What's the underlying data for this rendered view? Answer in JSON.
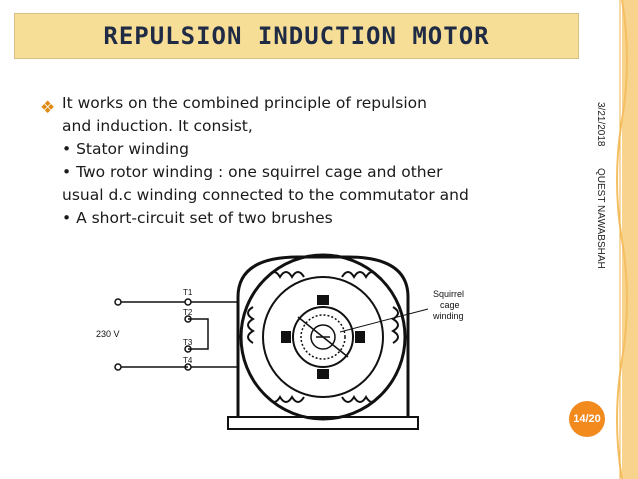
{
  "slide": {
    "title": "REPULSION INDUCTION MOTOR",
    "body_lines": [
      "It works on the combined principle of repulsion",
      "and induction. It consist,",
      "• Stator winding",
      "• Two rotor winding : one squirrel cage and other",
      "usual d.c winding connected to the commutator and",
      "• A short-circuit set of two brushes"
    ],
    "date": "3/21/2018",
    "institution": "QUEST NAWABSHAH",
    "page_number": "14/20"
  },
  "diagram": {
    "terminals": [
      "T1",
      "T2",
      "T3",
      "T4"
    ],
    "voltage_label": "230 V",
    "callout_label_lines": [
      "Squirrel",
      "cage",
      "winding"
    ]
  },
  "colors": {
    "title_bg": "#f7de97",
    "accent_orange": "#f28a1e",
    "bullet_orange": "#e08a12",
    "title_text": "#1f2a44"
  }
}
